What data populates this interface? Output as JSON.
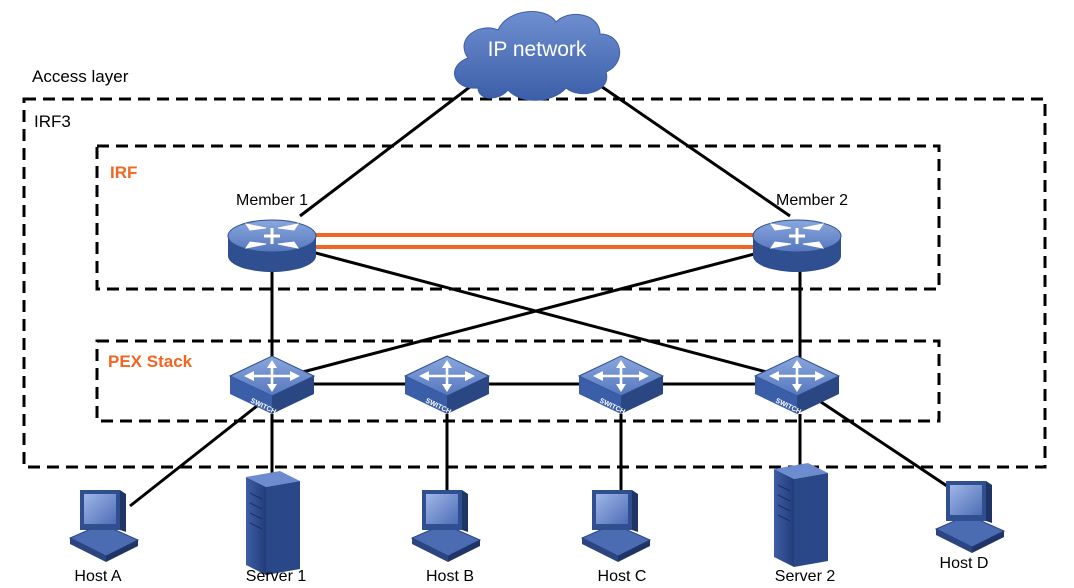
{
  "cloud": {
    "label": "IP network"
  },
  "regions": {
    "access_layer": "Access layer",
    "irf3": "IRF3",
    "irf": "IRF",
    "pex_stack": "PEX Stack"
  },
  "members": [
    {
      "label": "Member 1"
    },
    {
      "label": "Member 2"
    }
  ],
  "switches": [
    {
      "badge": "SWITCH"
    },
    {
      "badge": "SWITCH"
    },
    {
      "badge": "SWITCH"
    },
    {
      "badge": "SWITCH"
    }
  ],
  "hosts": [
    {
      "label": "Host A",
      "kind": "pc"
    },
    {
      "label": "Server 1",
      "kind": "server"
    },
    {
      "label": "Host B",
      "kind": "pc"
    },
    {
      "label": "Host C",
      "kind": "pc"
    },
    {
      "label": "Server 2",
      "kind": "server"
    },
    {
      "label": "Host D",
      "kind": "pc"
    }
  ],
  "colors": {
    "device_blue": "#4a6fb5",
    "device_dark": "#2d4d8e",
    "region_title": "#f26522",
    "irf_link": "#f26522",
    "line": "#000000"
  }
}
